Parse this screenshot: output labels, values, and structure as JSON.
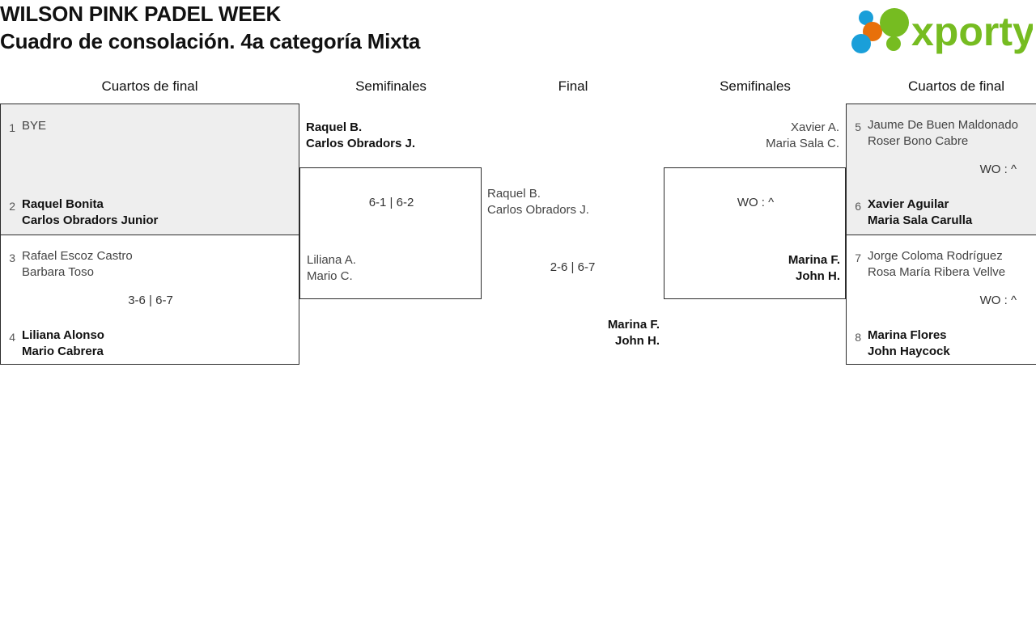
{
  "header": {
    "title_line1": "WILSON PINK PADEL WEEK",
    "title_line2": "Cuadro de consolación. 4a categoría Mixta",
    "logo_text": "xporty",
    "logo_colors": {
      "green": "#76bc21",
      "orange": "#e8700a",
      "blue": "#1a9fd9"
    }
  },
  "columns": [
    {
      "label": "Cuartos de final",
      "key": "qf-left"
    },
    {
      "label": "Semifinales",
      "key": "sf-left"
    },
    {
      "label": "Final",
      "key": "final"
    },
    {
      "label": "Semifinales",
      "key": "sf-right"
    },
    {
      "label": "Cuartos de final",
      "key": "qf-right"
    }
  ],
  "matches": {
    "qf_left_1": {
      "score": "",
      "top": {
        "seed": "1",
        "names": [
          "BYE"
        ],
        "winner": false
      },
      "bottom": {
        "seed": "2",
        "names": [
          "Raquel Bonita",
          "Carlos Obradors Junior"
        ],
        "winner": true
      }
    },
    "qf_left_2": {
      "score": "3-6 | 6-7",
      "top": {
        "seed": "3",
        "names": [
          "Rafael Escoz Castro",
          "Barbara Toso"
        ],
        "winner": false
      },
      "bottom": {
        "seed": "4",
        "names": [
          "Liliana Alonso",
          "Mario Cabrera"
        ],
        "winner": true
      }
    },
    "sf_left": {
      "score": "6-1 | 6-2",
      "top": {
        "seed": "",
        "names": [
          "Raquel B.",
          "Carlos Obradors J."
        ],
        "winner": true
      },
      "bottom": {
        "seed": "",
        "names": [
          "Liliana A.",
          "Mario C."
        ],
        "winner": false
      }
    },
    "final": {
      "score": "2-6 | 6-7",
      "top": {
        "seed": "",
        "names": [
          "Raquel B.",
          "Carlos Obradors J."
        ],
        "winner": false
      },
      "bottom": {
        "seed": "",
        "names": [
          "Marina F.",
          "John H."
        ],
        "winner": true
      }
    },
    "sf_right": {
      "score": "WO : ^",
      "top": {
        "seed": "",
        "names": [
          "Xavier A.",
          "Maria Sala C."
        ],
        "winner": false
      },
      "bottom": {
        "seed": "",
        "names": [
          "Marina F.",
          "John H."
        ],
        "winner": true
      }
    },
    "qf_right_1": {
      "score": "WO : ^",
      "top": {
        "seed": "5",
        "names": [
          "Jaume De Buen Maldonado",
          "Roser Bono Cabre"
        ],
        "winner": false
      },
      "bottom": {
        "seed": "6",
        "names": [
          "Xavier Aguilar",
          "Maria Sala Carulla"
        ],
        "winner": true
      }
    },
    "qf_right_2": {
      "score": "WO : ^",
      "top": {
        "seed": "7",
        "names": [
          "Jorge Coloma Rodríguez",
          "Rosa María Ribera Vellve"
        ],
        "winner": false
      },
      "bottom": {
        "seed": "8",
        "names": [
          "Marina Flores",
          "John Haycock"
        ],
        "winner": true
      }
    }
  }
}
